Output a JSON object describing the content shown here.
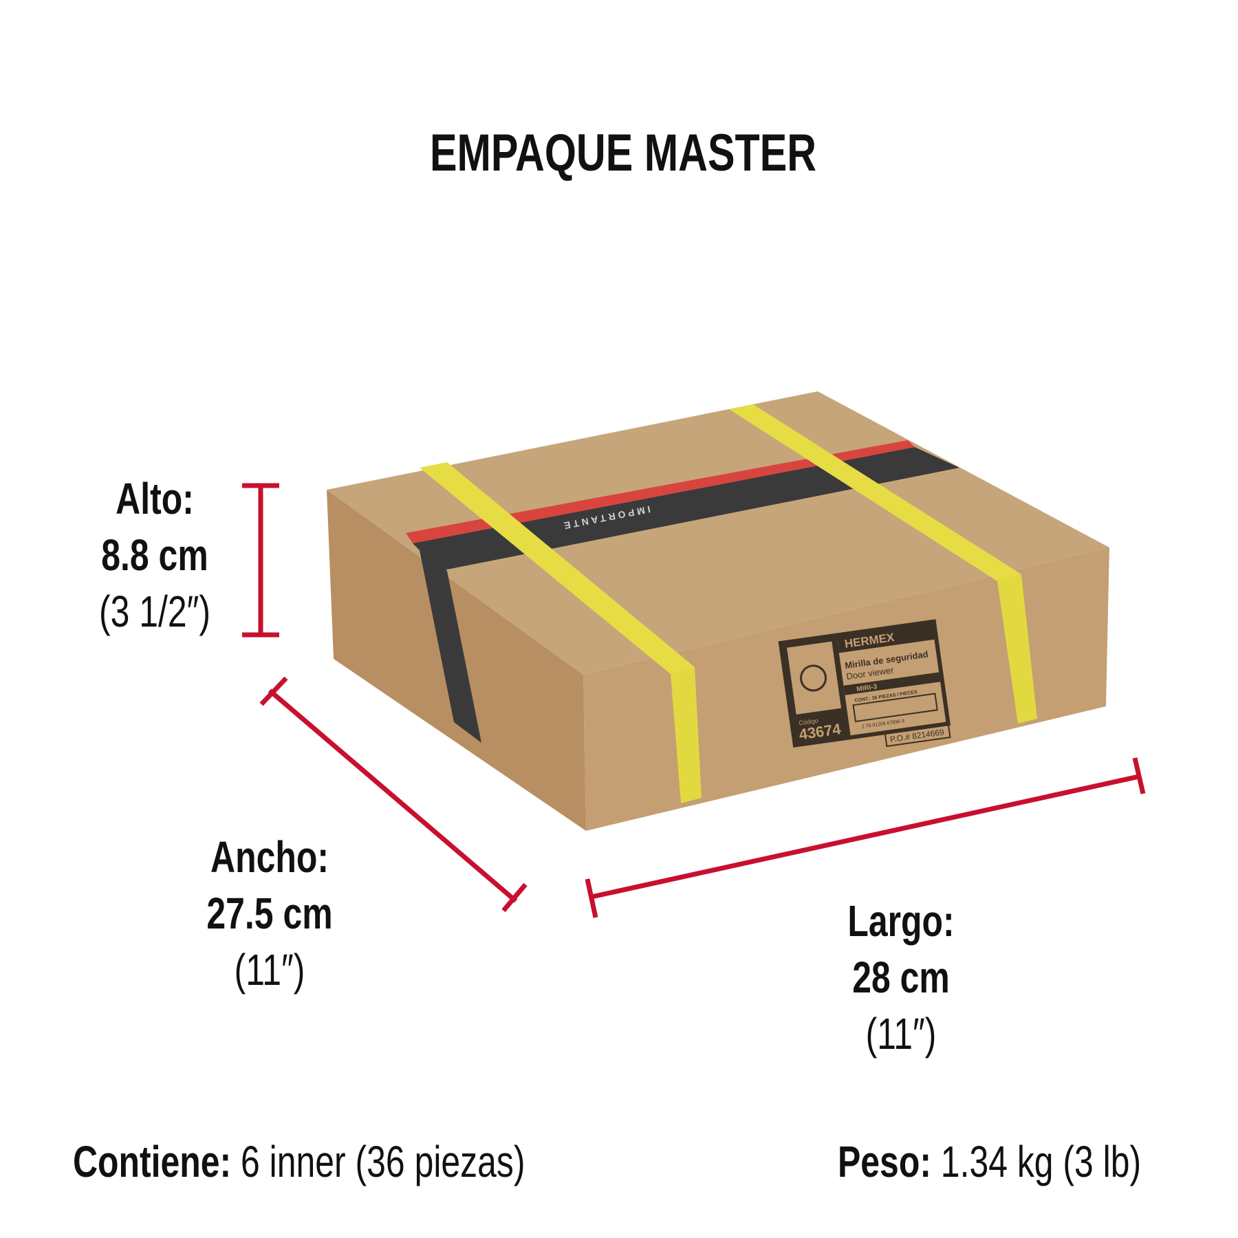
{
  "title": "EMPAQUE MASTER",
  "dimensions": {
    "alto": {
      "label": "Alto:",
      "metric": "8.8 cm",
      "imperial": "(3 1/2″)"
    },
    "ancho": {
      "label": "Ancho:",
      "metric": "27.5 cm",
      "imperial": "(11″)"
    },
    "largo": {
      "label": "Largo:",
      "metric": "28 cm",
      "imperial": "(11″)"
    }
  },
  "contents": {
    "label": "Contiene:",
    "value": "6 inner (36 piezas)"
  },
  "weight": {
    "label": "Peso:",
    "value": "1.34 kg (3 lb)"
  },
  "box_label": {
    "brand": "HERMEX",
    "product_es": "Mirilla de seguridad",
    "product_en": "Door viewer",
    "model": "MIRI-3",
    "contents": "CONT.: 36 PIEZAS / PIECES",
    "barcode": "2 75 01206 67836 9",
    "code_label": "Código",
    "code": "43674",
    "po": "P.O.# 8214669",
    "tape_text": "IMPORTANTE"
  },
  "colors": {
    "dimension_line": "#c8102e",
    "cardboard": "#c9a77c",
    "strap": "#e8e04a"
  }
}
